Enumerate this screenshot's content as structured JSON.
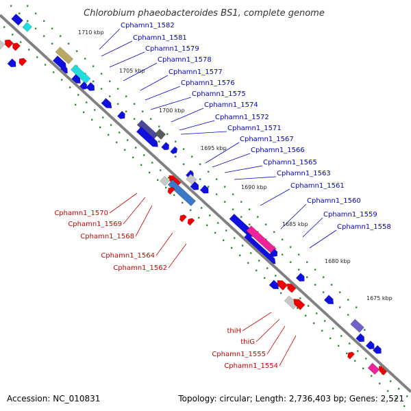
{
  "title": "Chlorobium phaeobacteroides BS1, complete genome",
  "footer": {
    "accession": "Accession: NC_010831",
    "topology": "Topology: circular; Length: 2,736,403 bp; Genes: 2,521"
  },
  "colors": {
    "backbone": "#808080",
    "tick_dots": "#2e8b2e",
    "forward_label": "#0000cc",
    "reverse_label": "#cc0000",
    "gene_blue": "#1010dd",
    "gene_red": "#ee0000",
    "gene_cyan": "#22dddd",
    "gene_olive": "#b8a862",
    "gene_navy": "#4a4a9a",
    "gene_dark_gray": "#5a5a5a",
    "gene_light_gray": "#c8c8c8",
    "gene_magenta": "#ee2299",
    "gene_steel": "#3a78c8",
    "gene_violet": "#7060c8"
  },
  "kbp_marks": [
    "1710 kbp",
    "1705 kbp",
    "1700 kbp",
    "1695 kbp",
    "1690 kbp",
    "1685 kbp",
    "1680 kbp",
    "1675 kbp"
  ],
  "forward_labels": [
    "Cphamn1_1582",
    "Cphamn1_1581",
    "Cphamn1_1579",
    "Cphamn1_1578",
    "Cphamn1_1577",
    "Cphamn1_1576",
    "Cphamn1_1575",
    "Cphamn1_1574",
    "Cphamn1_1572",
    "Cphamn1_1571",
    "Cphamn1_1567",
    "Cphamn1_1566",
    "Cphamn1_1565",
    "Cphamn1_1563",
    "Cphamn1_1561",
    "Cphamn1_1560",
    "Cphamn1_1559",
    "Cphamn1_1558"
  ],
  "reverse_labels": [
    "Cphamn1_1570",
    "Cphamn1_1569",
    "Cphamn1_1568",
    "Cphamn1_1564",
    "Cphamn1_1562",
    "thiH",
    "thiG",
    "Cphamn1_1555",
    "Cphamn1_1554"
  ]
}
